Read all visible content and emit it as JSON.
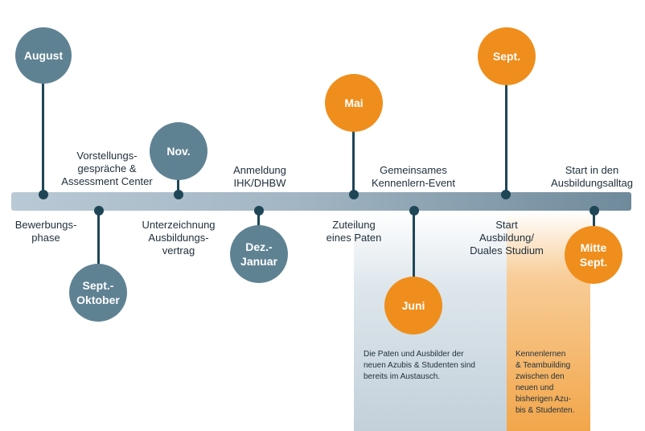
{
  "colors": {
    "accent_gray": "#5f8293",
    "accent_orange": "#ef8e1c",
    "stem_dark": "#1f4657",
    "panel_blue": "#c3d0da",
    "panel_orange": "#f2a64a"
  },
  "milestones": [
    {
      "date": "August",
      "label": "Bewerbungs-\nphase",
      "color": "gray"
    },
    {
      "date": "Sept.-\nOktober",
      "label": "Vorstellungs-\ngespräche &\nAssessment Center",
      "color": "gray"
    },
    {
      "date": "Nov.",
      "label": "Unterzeichnung\nAusbildungs-\nvertrag",
      "color": "gray"
    },
    {
      "date": "Dez.-\nJanuar",
      "label": "Anmeldung\nIHK/DHBW",
      "color": "gray"
    },
    {
      "date": "Mai",
      "label": "Zuteilung\neines Paten",
      "color": "orange"
    },
    {
      "date": "Juni",
      "label": "Gemeinsames\nKennenlern-Event",
      "color": "orange"
    },
    {
      "date": "Sept.",
      "label": "Start\nAusbildung/\nDuales Studium",
      "color": "orange"
    },
    {
      "date": "Mitte\nSept.",
      "label": "Start in den\nAusbildungsalltag",
      "color": "orange"
    }
  ],
  "notes": {
    "paten": "Die Paten und Ausbilder der\nneuen Azubis & Studenten sind\nbereits im Austausch.",
    "kennenlernen": "Kennenlernen\n& Teambuilding\nzwischen den\nneuen und\nbisherigen Azu-\nbis & Studenten."
  }
}
